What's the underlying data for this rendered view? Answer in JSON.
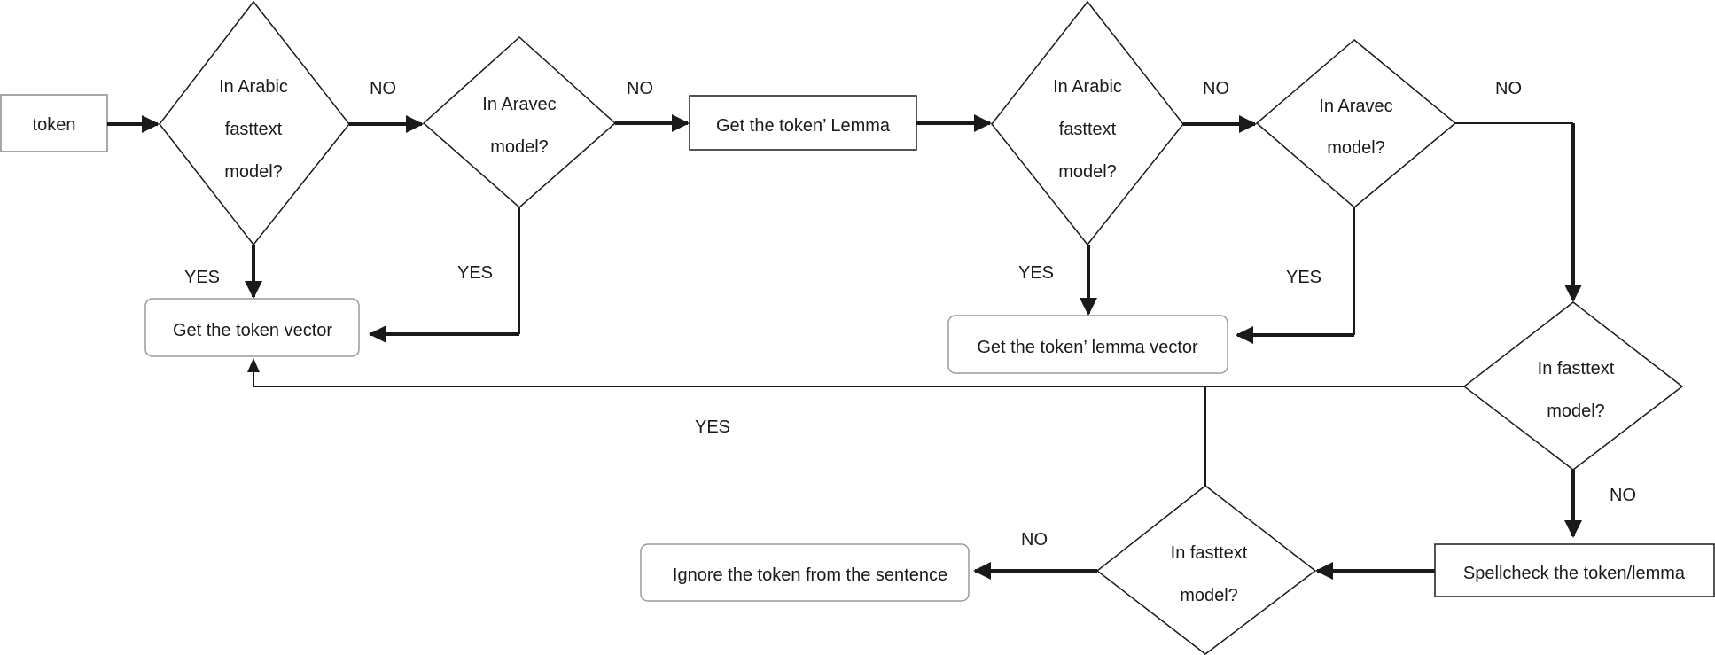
{
  "nodes": {
    "token": "token",
    "d1": [
      "In Arabic",
      "fasttext",
      "model?"
    ],
    "d2": [
      "In Aravec",
      "model?"
    ],
    "lemma": "Get the token’ Lemma",
    "d3": [
      "In Arabic",
      "fasttext",
      "model?"
    ],
    "d4": [
      "In Aravec",
      "model?"
    ],
    "token_vector": "Get the token vector",
    "lemma_vector": "Get the token’ lemma vector",
    "d5": [
      "In fasttext",
      "model?"
    ],
    "spellcheck": "Spellcheck the token/lemma",
    "d6": [
      "In fasttext",
      "model?"
    ],
    "ignore": "Ignore the token from the sentence"
  },
  "labels": {
    "no1": "NO",
    "no2": "NO",
    "no3": "NO",
    "no4": "NO",
    "no5": "NO",
    "no6": "NO",
    "yes1": "YES",
    "yes2": "YES",
    "yes3": "YES",
    "yes4": "YES",
    "yes5": "YES"
  }
}
